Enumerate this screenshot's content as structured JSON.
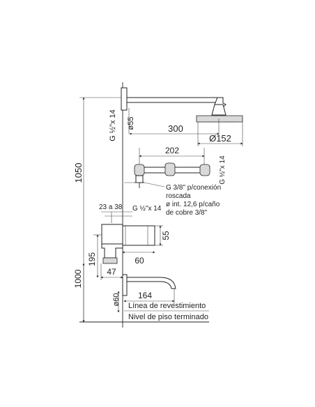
{
  "shower_arm": {
    "thread": "G ½\"x 14",
    "flange_diameter": "ø55",
    "arm_length": "300",
    "head_diameter": "Ø152"
  },
  "mixer_body": {
    "centers": "202",
    "outlet_thread": "G ½\"x 14",
    "connection_note": [
      "G 3/8\" p/conexión",
      "roscada",
      "ø int. 12,6 p/caño",
      "de cobre 3/8\""
    ]
  },
  "overall_height": "1050",
  "spout_block": {
    "adjust_range": "23 a 38",
    "thread": "G ½\"x 14",
    "height": "55",
    "offset_195": "195",
    "depth_47": "47",
    "width_60": "60",
    "spout_reach": "164",
    "spout_diameter": "ø60",
    "height_from_floor": "1000"
  },
  "wall_line_label": "Línea de revestimiento",
  "floor_line_label": "Nivel de piso terminado"
}
